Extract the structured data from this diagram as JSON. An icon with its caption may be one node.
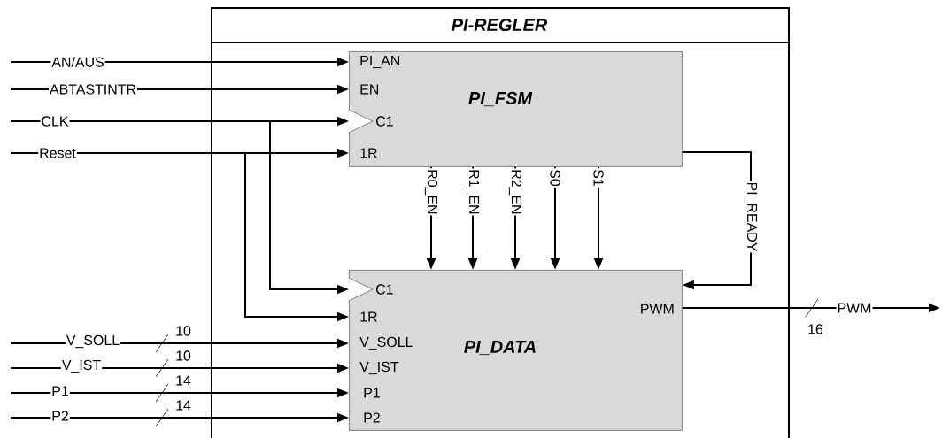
{
  "diagram": {
    "nodes": [
      {
        "text": [
          "PI-REGLER"
        ]
      },
      {
        "text": [
          "PI_FSM",
          "PI_AN",
          "EN",
          "C1",
          "1R"
        ],
        "in": 0
      },
      {
        "text": [
          "PI_DATA",
          "C1",
          "1R",
          "V_SOLL",
          "V_IST",
          "P1",
          "P2",
          "PWM"
        ],
        "in": 0
      }
    ],
    "edges": [
      {
        "from": null,
        "to": 1,
        "arrow": "to",
        "label": "AN/AUS"
      },
      {
        "from": null,
        "to": 1,
        "arrow": "to",
        "label": "ABTASTINTR"
      },
      {
        "from": null,
        "to": 1,
        "arrow": "to",
        "label": "CLK"
      },
      {
        "from": null,
        "to": 2,
        "arrow": "to"
      },
      {
        "from": null,
        "to": 1,
        "arrow": "to",
        "label": "Reset"
      },
      {
        "from": null,
        "to": 2,
        "arrow": "to"
      },
      {
        "from": null,
        "to": 2,
        "arrow": "to",
        "label": "V_SOLL"
      },
      {
        "from": null,
        "to": 2,
        "arrow": "to",
        "label": "V_IST"
      },
      {
        "from": null,
        "to": 2,
        "arrow": "to",
        "label": "P1"
      },
      {
        "from": null,
        "to": 2,
        "arrow": "to",
        "label": "P2"
      },
      {
        "from": 1,
        "to": 2,
        "arrow": "to",
        "label": "R0_EN"
      },
      {
        "from": 1,
        "to": 2,
        "arrow": "to",
        "label": "R1_EN"
      },
      {
        "from": 1,
        "to": 2,
        "arrow": "to",
        "label": "R2_EN"
      },
      {
        "from": 1,
        "to": 2,
        "arrow": "to",
        "label": "S0"
      },
      {
        "from": 1,
        "to": 2,
        "arrow": "to",
        "label": "S1"
      },
      {
        "from": 1,
        "to": 2,
        "arrow": "to",
        "label": "PI_READY"
      },
      {
        "from": 2,
        "to": null,
        "arrow": "to",
        "label": "PWM"
      }
    ],
    "labels": [
      "10",
      "10",
      "14",
      "14",
      "16"
    ]
  }
}
